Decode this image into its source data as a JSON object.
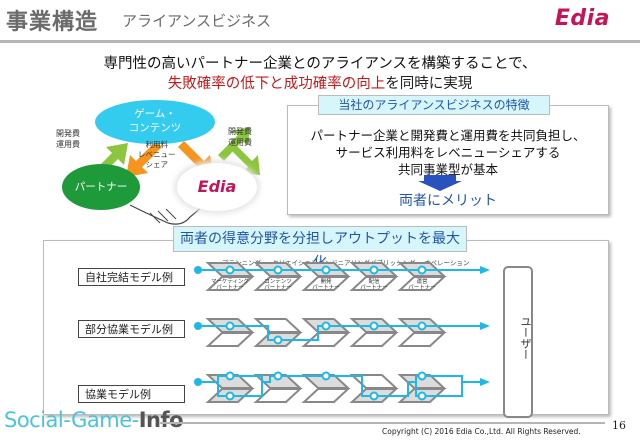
{
  "header": {
    "title": "事業構造",
    "subtitle": "アライアンスビジネス",
    "logo": "Edia"
  },
  "lead": {
    "line1": "専門性の高いパートナー企業とのアライアンスを構築することで、",
    "line2_red": "失敗確率の低下と成功確率の向上",
    "line2_rest": "を同時に実現"
  },
  "alliance_diagram": {
    "game_content": [
      "ゲーム・",
      "コンテンツ"
    ],
    "partner": "パートナー",
    "edia": "Edia",
    "left_cost": [
      "開発費",
      "運用費"
    ],
    "right_cost": [
      "開発費",
      "運用費"
    ],
    "center_fee": [
      "利用料",
      "レベニュー",
      "シェア"
    ]
  },
  "feature": {
    "tag": "当社のアライアンスビジネスの特徴",
    "lines": [
      "パートナー企業と開発費と運用費を共同負担し、",
      "サービス利用料をレベニューシェアする",
      "共同事業型が基本"
    ],
    "result": "両者にメリット",
    "arrow_color": "#2a52be"
  },
  "panel": {
    "tag": "両者の得意分野を分担しアウトプットを最大化",
    "phases": [
      "プランニング",
      "クリエイション",
      "エンジニアリング",
      "パブリッシング",
      "オペレーション"
    ],
    "partners": [
      [
        "マーケティング",
        "パートナー"
      ],
      [
        "コンテンツ",
        "パートナー"
      ],
      [
        "開発",
        "パートナー"
      ],
      [
        "配信",
        "パートナー"
      ],
      [
        "運営",
        "パートナー"
      ]
    ],
    "models": [
      {
        "label": "自社完結モデル例"
      },
      {
        "label": "部分協業モデル例"
      },
      {
        "label": "協業モデル例"
      }
    ],
    "user_label": "ユーザー",
    "flow_color": "#1fb8e6"
  },
  "footer": {
    "watermark_light": "Social-Game-",
    "watermark_bold": "Info",
    "copyright": "Copyright (C) 2016 Edia Co.,Ltd. All Rights Reserved.",
    "page": "16"
  }
}
